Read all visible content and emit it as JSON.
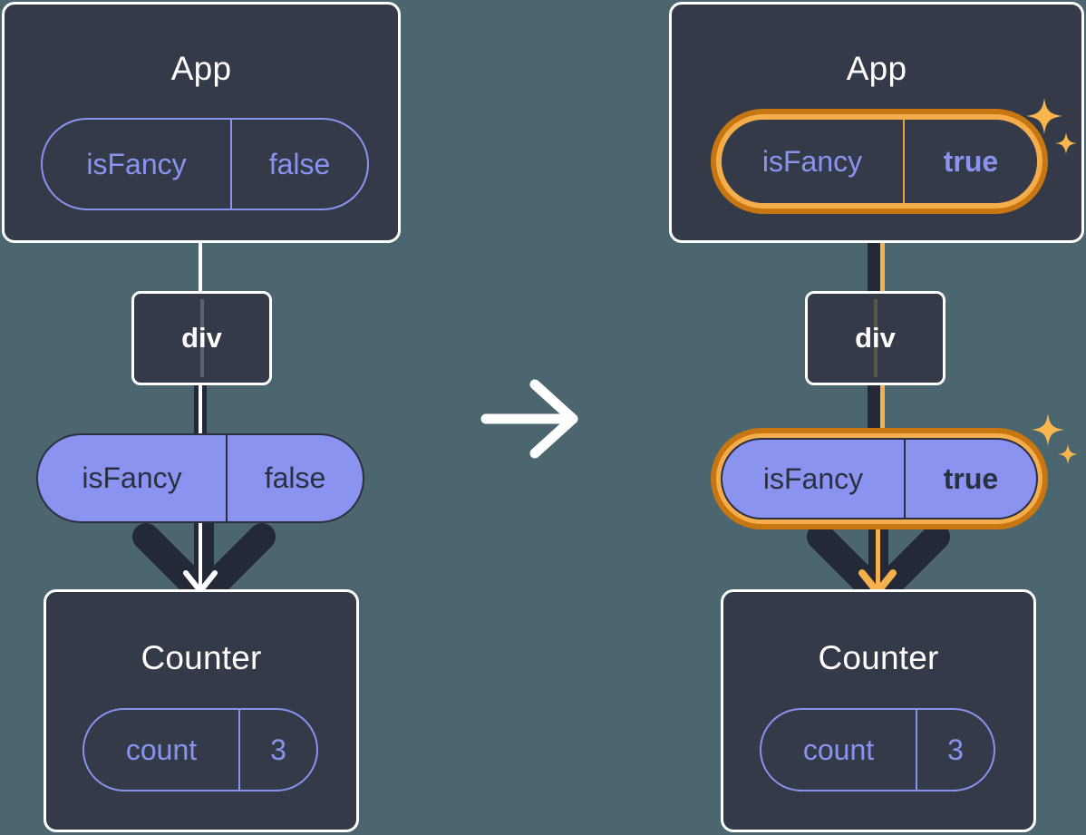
{
  "diagram": {
    "type": "react-state-flow",
    "background_color": "#4c6670",
    "transition_icon": "right-arrow-icon",
    "highlight_color": "#f4ad4a",
    "highlight_color_dark": "#c77612",
    "state_pill_color": "#8b93f0",
    "panel_color": "#343a48"
  },
  "before": {
    "app": {
      "title": "App",
      "state": {
        "name": "isFancy",
        "value": "false",
        "highlighted": false
      }
    },
    "div": {
      "label": "div"
    },
    "props": {
      "name": "isFancy",
      "value": "false",
      "highlighted": false
    },
    "counter": {
      "title": "Counter",
      "state": {
        "name": "count",
        "value": "3",
        "highlighted": false
      }
    }
  },
  "after": {
    "app": {
      "title": "App",
      "state": {
        "name": "isFancy",
        "value": "true",
        "highlighted": true
      },
      "sparkle_icon": "sparkles-icon"
    },
    "div": {
      "label": "div"
    },
    "props": {
      "name": "isFancy",
      "value": "true",
      "highlighted": true,
      "sparkle_icon": "sparkles-icon"
    },
    "counter": {
      "title": "Counter",
      "state": {
        "name": "count",
        "value": "3",
        "highlighted": false
      }
    }
  }
}
